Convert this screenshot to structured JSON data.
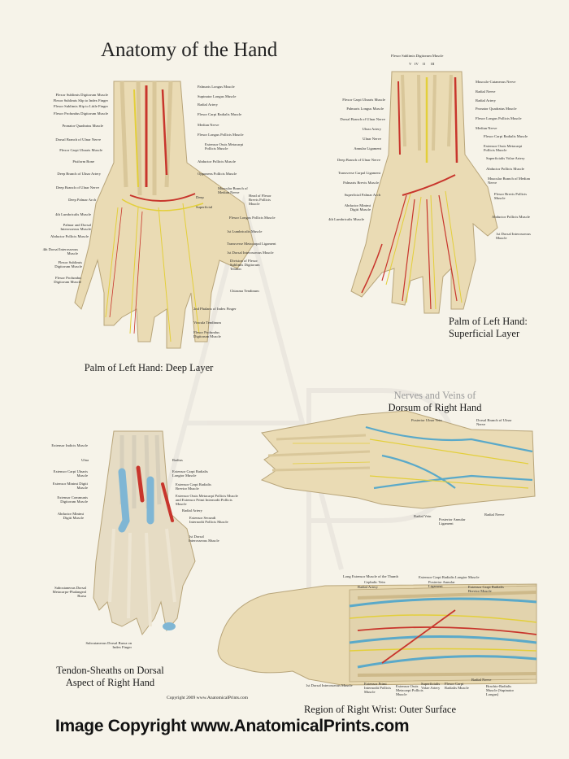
{
  "title": "Anatomy of the Hand",
  "captions": {
    "deep": "Palm of Left Hand: Deep Layer",
    "superficial_1": "Palm of Left Hand:",
    "superficial_2": "Superficial Layer",
    "dorsum_1": "Nerves and Veins of",
    "dorsum_2": "Dorsum of Right Hand",
    "tendon_1": "Tendon-Sheaths on Dorsal",
    "tendon_2": "Aspect of Right Hand",
    "wrist": "Region of Right Wrist: Outer Surface"
  },
  "copyright_small": "Copyright 2009 www.AnatomicalPrints.com",
  "copyright_banner": "Image Copyright www.AnatomicalPrints.com",
  "labels_deep_left": [
    "Flexor Sublimis Digitorum Muscle",
    "Flexor Sublimis Slip to Index Finger",
    "Flexor Sublimis Slip to Little Finger",
    "Flexor Profundus Digitorum Muscle",
    "Pronator Quadratus Muscle",
    "Dorsal Branch of Ulnar Nerve",
    "Flexor Carpi Ulnaris Muscle",
    "Pisiform Bone",
    "Deep Branch of Ulnar Artery",
    "Deep Branch of Ulnar Nerve",
    "Deep Palmar Arch",
    "4th Lumbricalis Muscle",
    "Palmar and Dorsal Interosseous Muscle",
    "Abductor Pollicis Muscle",
    "4th Dorsal Interosseous Muscle",
    "Flexor Sublimis Digitorum Muscle",
    "Flexor Profundus Digitorum Muscle"
  ],
  "labels_deep_right": [
    "Palmaris Longus Muscle",
    "Supinator Longus Muscle",
    "Radial Artery",
    "Flexor Carpi Radialis Muscle",
    "Median Nerve",
    "Flexor Longus Pollicis Muscle",
    "Extensor Ossis Metacarpi Pollicis Muscle",
    "Abductor Pollicis Muscle",
    "Opponens Pollicis Muscle",
    "Muscular Branch of Median Nerve",
    "Deep",
    "Superficial",
    "Head of Flexor Brevis Pollicis Muscle",
    "Flexor Longus Pollicis Muscle",
    "1st Lumbricalis Muscle",
    "Transverse Metacarpal Ligament",
    "1st Dorsal Interosseous Muscle",
    "Division of Flexor Sublimis Digitorum Tendon",
    "Chiasma Tendinum",
    "2nd Phalanx of Index Finger",
    "Vincula Tendinum",
    "Flexor Profundus Digitorum Muscle"
  ],
  "labels_sup_top": [
    "Flexor Sublimis Digitorum Muscle",
    "V",
    "IV",
    "II",
    "III"
  ],
  "labels_sup_left": [
    "Flexor Carpi Ulnaris Muscle",
    "Palmaris Longus Muscle",
    "Dorsal Branch of Ulnar Nerve",
    "Ulnar Artery",
    "Ulnar Nerve",
    "Annular Ligament",
    "Deep Branch of Ulnar Nerve",
    "Transverse Carpal Ligament",
    "Palmaris Brevis Muscle",
    "Superficial Palmar Arch",
    "Abductor Minimi Digiti Muscle",
    "4th Lumbricalis Muscle"
  ],
  "labels_sup_right": [
    "Musculo-Cutaneous Nerve",
    "Radial Nerve",
    "Radial Artery",
    "Pronator Quadratus Muscle",
    "Flexor Longus Pollicis Muscle",
    "Median Nerve",
    "Flexor Carpi Radialis Muscle",
    "Extensor Ossis Metacarpi Pollicis Muscle",
    "Superficialis Volae Artery",
    "Abductor Pollicis Muscle",
    "Muscular Branch of Median Nerve",
    "Flexor Brevis Pollicis Muscle",
    "Abductor Pollicis Muscle",
    "1st Dorsal Interosseous Muscle"
  ],
  "labels_dorsum": [
    "Posterior Ulnar Vein",
    "Dorsal Branch of Ulnar Nerve",
    "Radial Vein",
    "Posterior Annular Ligament",
    "Radial Nerve"
  ],
  "labels_tendon_left": [
    "Extensor Indicis Muscle",
    "Ulna",
    "Extensor Carpi Ulnaris Muscle",
    "Extensor Minimi Digiti Muscle",
    "Extensor Communis Digitorum Muscle",
    "Abductor Minimi Digiti Muscle",
    "Subcutaneous Dorsal Metacarpo-Phalangeal Bursa",
    "Subcutaneous Dorsal Bursa on Index Finger"
  ],
  "labels_tendon_right": [
    "Radius",
    "Extensor Carpi Radialis Longior Muscle",
    "Extensor Carpi Radialis Brevior Muscle",
    "Extensor Ossis Metacarpi Pollicis Muscle and Extensor Primi Internodii Pollicis Muscle",
    "Radial Artery",
    "Extensor Secundi Internodii Pollicis Muscle",
    "1st Dorsal Interosseous Muscle"
  ],
  "labels_wrist_top": [
    "Long Extensor Muscle of the Thumb",
    "Cephalic Vein",
    "Radial Artery",
    "Extensor Carpi Radialis Longior Muscle",
    "Posterior Annular Ligament",
    "Extensor Carpi Radialis Brevior Muscle"
  ],
  "labels_wrist_bottom": [
    "1st Dorsal Interosseous Muscle",
    "Extensor Primi Internodii Pollicis Muscle",
    "Extensor Ossis Metacarpi Pollicis Muscle",
    "Superficialis Volae Artery",
    "Flexor Carpi Radialis Muscle",
    "Radial Nerve",
    "Brachio-Radialis Muscle (Supinator Longus)"
  ],
  "colors": {
    "background": "#f6f3e9",
    "skin": "#eadbb4",
    "artery": "#c8352c",
    "nerve": "#e3cf3a",
    "vein": "#5aa9c9",
    "banner_text": "#111111"
  }
}
